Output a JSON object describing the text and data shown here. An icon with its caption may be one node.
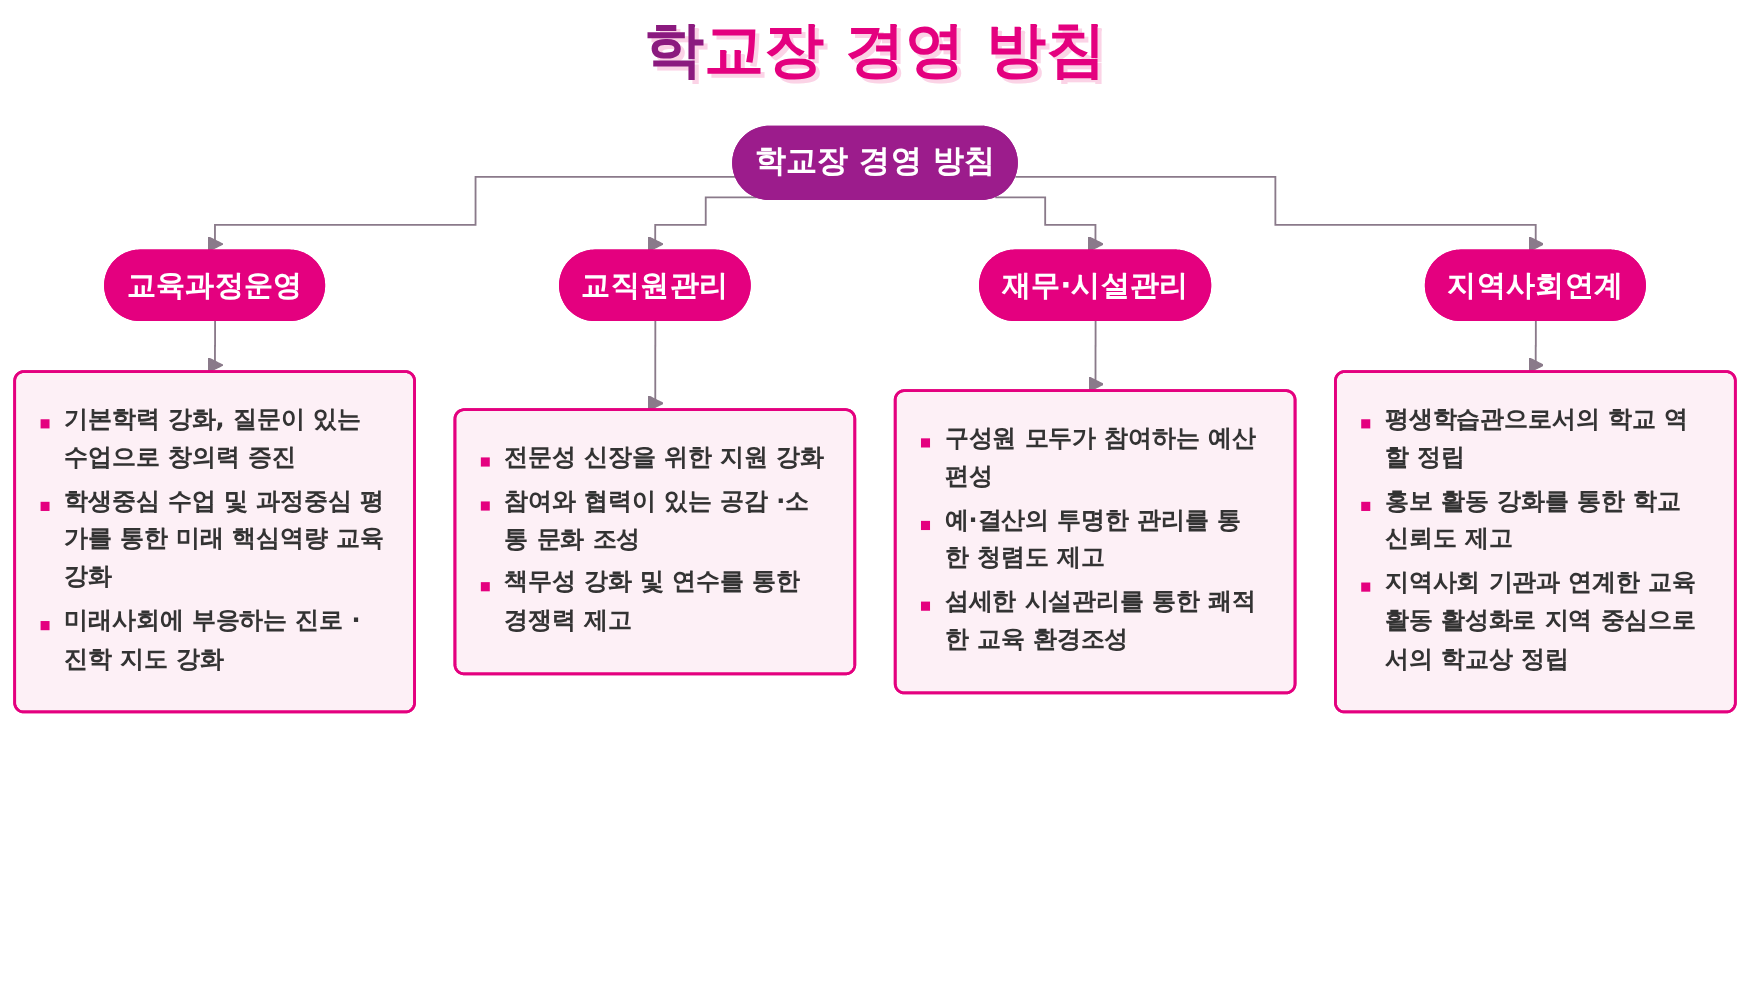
{
  "diagram": {
    "title": "학교장 경영 방침",
    "nodes": [
      {
        "text": [
          "학교장 경영 방침"
        ]
      },
      {
        "text": [
          "교육과정운영"
        ]
      },
      {
        "text": [
          "교직원관리"
        ]
      },
      {
        "text": [
          "재무·시설관리"
        ]
      },
      {
        "text": [
          "지역사회연계"
        ]
      },
      {
        "text": [
          "기본학력 강화, 질문이 있는 수업으로 창의력 증진",
          "학생중심 수업 및 과정중심 평가를 통한 미래 핵심역량 교육강화",
          "미래사회에 부응하는 진로 · 진학 지도 강화"
        ]
      },
      {
        "text": [
          "전문성 신장을 위한 지원 강화",
          "참여와 협력이 있는 공감 ·소통 문화 조성",
          "책무성 강화 및 연수를 통한 경쟁력 제고"
        ]
      },
      {
        "text": [
          "구성원 모두가 참여하는 예산 편성",
          "예·결산의 투명한 관리를 통한 청렴도 제고",
          "섬세한 시설관리를 통한 쾌적한 교육 환경조성"
        ]
      },
      {
        "text": [
          "평생학습관으로서의 학교 역할 정립",
          "홍보 활동 강화를 통한 학교 신뢰도 제고",
          "지역사회 기관과 연계한 교육활동 활성화로 지역 중심으로서의 학교상 정립"
        ]
      }
    ],
    "edges": [
      {
        "from": 0,
        "to": 1,
        "arrow": "to"
      },
      {
        "from": 0,
        "to": 2,
        "arrow": "to"
      },
      {
        "from": 0,
        "to": 3,
        "arrow": "to"
      },
      {
        "from": 0,
        "to": 4,
        "arrow": "to"
      },
      {
        "from": 1,
        "to": 5,
        "arrow": "to"
      },
      {
        "from": 2,
        "to": 6,
        "arrow": "to"
      },
      {
        "from": 3,
        "to": 7,
        "arrow": "to"
      },
      {
        "from": 4,
        "to": 8,
        "arrow": "to"
      }
    ]
  }
}
